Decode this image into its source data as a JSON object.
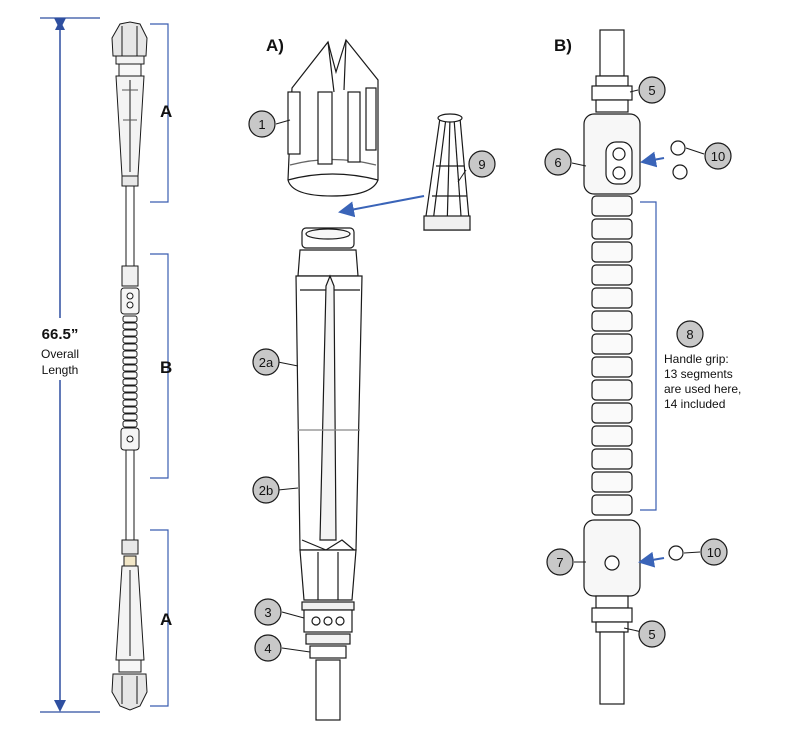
{
  "dimension": {
    "value": "66.5”",
    "line1": "Overall",
    "line2": "Length"
  },
  "sections": {
    "a": "A",
    "b": "B"
  },
  "views": {
    "a": "A)",
    "b": "B)"
  },
  "callouts": [
    "1",
    "2a",
    "2b",
    "3",
    "4",
    "9",
    "5",
    "6",
    "10",
    "8",
    "7"
  ],
  "note": {
    "line1": "Handle grip:",
    "line2": "13 segments",
    "line3": "are used here,",
    "line4": "14 included"
  },
  "colors": {
    "dimension_line": "#2f4fa0",
    "bracket": "#3a5db0",
    "arrow": "#3a64b8",
    "callout_fill": "#c8c8c8",
    "line": "#1a1a1a"
  }
}
